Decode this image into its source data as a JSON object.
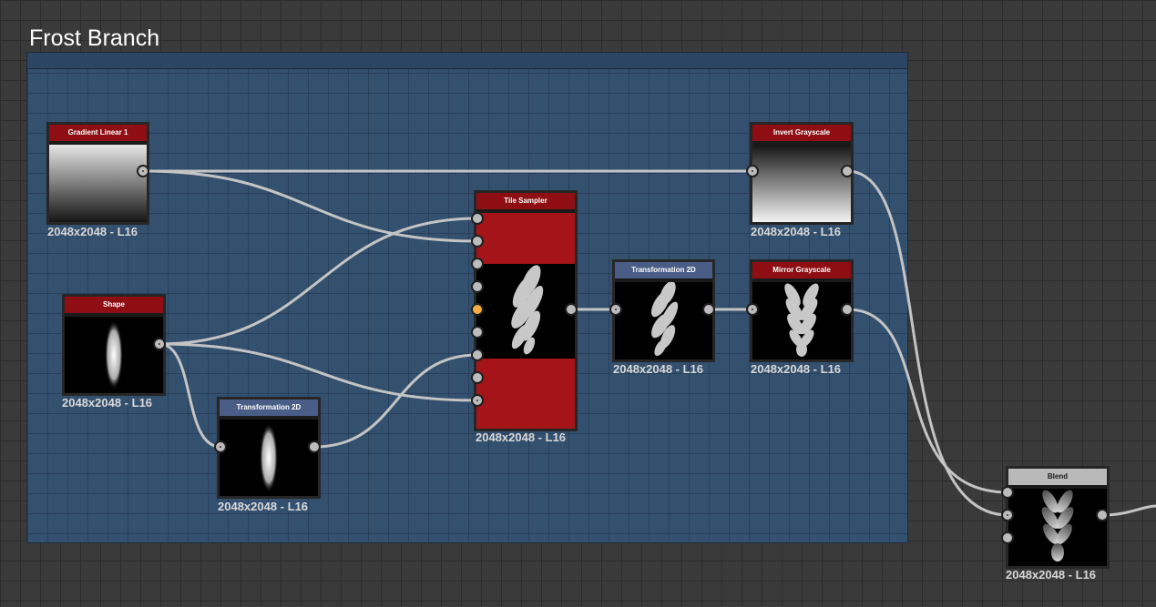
{
  "frame": {
    "title": "Frost Branch"
  },
  "colors": {
    "canvas_bg": "#3a3a3a",
    "frame_bg": "#34506f",
    "header_red": "#8e0e13",
    "header_blue": "#4a5d86",
    "header_gray": "#b9b9b9",
    "wire": "#c4c4c4",
    "active_port": "#f3ad42"
  },
  "nodes": {
    "gradient_linear": {
      "title": "Gradient Linear 1",
      "resolution": "2048x2048 - L16"
    },
    "shape": {
      "title": "Shape",
      "resolution": "2048x2048 - L16"
    },
    "transformation_a": {
      "title": "Transformation 2D",
      "resolution": "2048x2048 - L16"
    },
    "tile_sampler": {
      "title": "Tile Sampler",
      "resolution": "2048x2048 - L16"
    },
    "transformation_b": {
      "title": "Transformation 2D",
      "resolution": "2048x2048 - L16"
    },
    "invert_grayscale": {
      "title": "Invert Grayscale",
      "resolution": "2048x2048 - L16"
    },
    "mirror_grayscale": {
      "title": "Mirror Grayscale",
      "resolution": "2048x2048 - L16"
    },
    "blend": {
      "title": "Blend",
      "resolution": "2048x2048 - L16"
    }
  },
  "icons": {
    "port": "port-icon",
    "active_port": "active-port-icon"
  }
}
